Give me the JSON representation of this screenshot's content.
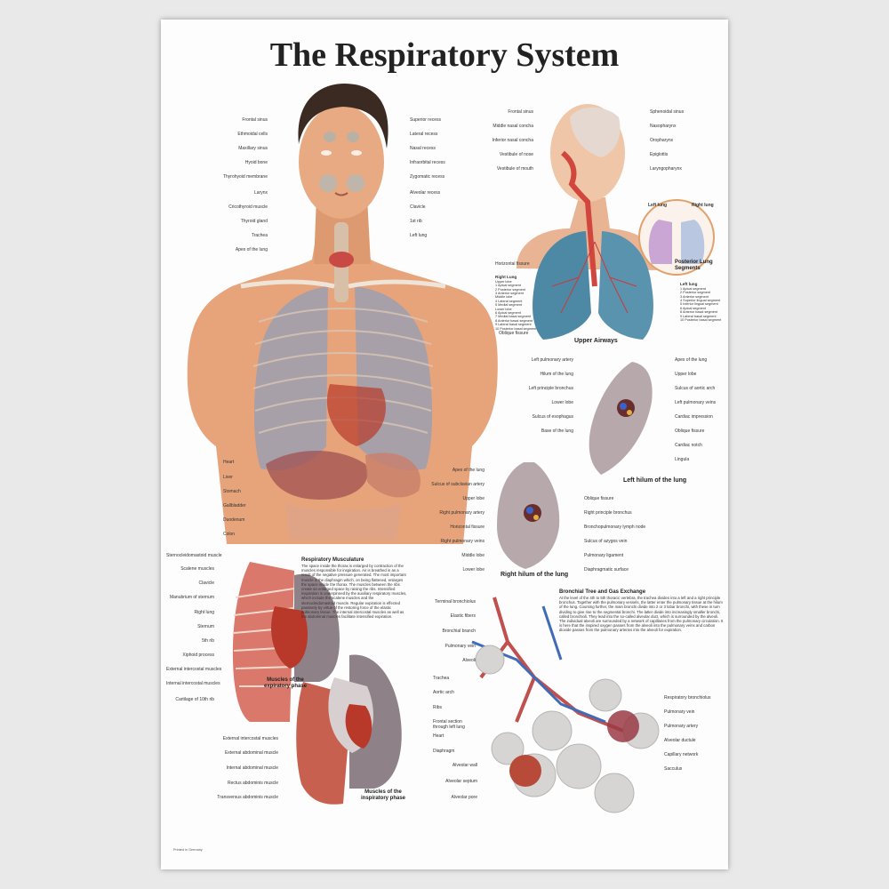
{
  "poster": {
    "title": "The Respiratory System",
    "printed_in": "Printed in Germany",
    "colors": {
      "skin": "#e8a67c",
      "lung": "#a89ca8",
      "heart": "#b8392a",
      "muscle": "#d9786b",
      "airway": "#c8a08a",
      "background": "#fdfdfd"
    }
  },
  "torso": {
    "labels_left": [
      "Frontal sinus",
      "Ethmoidal cells",
      "Maxillary sinus",
      "Hyoid bone",
      "Thyrohyoid membrane",
      "Larynx",
      "Cricothyroid muscle",
      "Thyroid gland",
      "Trachea",
      "Apex of the lung"
    ],
    "labels_right": [
      "Superior recess",
      "Lateral recess",
      "Nasal recess",
      "Infraorbital recess",
      "Zygomatic recess",
      "Alveolar recess",
      "Clavicle",
      "1st rib",
      "Left lung"
    ],
    "labels_lower": [
      "Heart",
      "Liver",
      "Stomach",
      "Gallbladder",
      "Duodenum",
      "Colon"
    ]
  },
  "airways": {
    "labels_left": [
      "Frontal sinus",
      "Middle nasal concha",
      "Inferior nasal concha",
      "Vestibule of nose",
      "Vestibule of mouth"
    ],
    "labels_right": [
      "Sphenoidal sinus",
      "Nasopharynx",
      "Oropharynx",
      "Epiglottis",
      "Laryngopharynx"
    ],
    "horizontal_fissure": "Horizontal fissure",
    "oblique_fissure": "Oblique fissure",
    "caption": "Upper Airways",
    "right_lung_title": "Right Lung",
    "right_lung_segments": "Upper lobe\n1 Apical segment\n2 Posterior segment\n3 Anterior segment\nMiddle lobe\n4 Lateral segment\n5 Medial segment\nLower lobe\n6 Apical segment\n7 Medial basal segment\n8 Anterior basal segment\n9 Lateral basal segment\n10 Posterior basal segment",
    "left_lung_title": "Left lung",
    "left_lung_segments": "1 Apical segment\n2 Posterior segment\n3 Anterior segment\n4 Superior lingual segment\n5 Inferior lingual segment\n6 Apical segment\n8 Anterior basal segment\n9 Lateral basal segment\n10 Posterior basal segment",
    "segments_inset": {
      "left_lung": "Left lung",
      "right_lung": "Right lung",
      "caption": "Posterior Lung Segments"
    }
  },
  "left_hilum": {
    "labels_left": [
      "Left pulmonary artery",
      "Hilum of the lung",
      "Left principle bronchus",
      "Lower lobe",
      "Sulcus of esophagus",
      "Base of the lung"
    ],
    "labels_right": [
      "Apex of the lung",
      "Upper lobe",
      "Sulcus of aortic arch",
      "Left pulmonary veins",
      "Cardiac impression",
      "Oblique fissure",
      "Cardiac notch",
      "Lingula"
    ],
    "caption": "Left hilum of the lung"
  },
  "right_hilum": {
    "labels_left": [
      "Apex of the lung",
      "Sulcus of subclavian artery",
      "Upper lobe",
      "Right pulmonary artery",
      "Horizontal fissure",
      "Right pulmonary veins",
      "Middle lobe",
      "Lower lobe"
    ],
    "labels_right": [
      "Oblique fissure",
      "Right principle bronchus",
      "Bronchopulmonary lymph node",
      "Sulcus of azygos vein",
      "Pulmonary ligament",
      "Diaphragmatic surface"
    ],
    "caption": "Right hilum of the lung"
  },
  "musculature": {
    "title": "Respiratory Musculature",
    "text": "The space inside the thorax is enlarged by contraction of the muscles responsible for inspiration. Air is breathed in as a result of the negative pressure generated. The most important muscle is the diaphragm which, on being flattened, enlarges the space inside the thorax. The muscles between the ribs create an enlarged space by raising the ribs. Intensified inspiration is underpinned by the auxiliary respiratory muscles, which include the scalene muscles and the sternocleidomastoid muscle. Regular expiration is effected passively by virtue of the restoring force of the elastic pulmonary tissue. The internal intercostal muscles as well as the abdominal muscles facilitate intensified expiration.",
    "exp_labels": [
      "Sternocleidomastoid muscle",
      "Scalene muscles",
      "Clavicle",
      "Manubrium of sternum",
      "Right lung",
      "Sternum",
      "5th rib",
      "Xiphoid process",
      "External intercostal muscles",
      "Internal intercostal muscles",
      "Cartilage of 10th rib"
    ],
    "exp_caption": "Muscles of the expiratory phase",
    "insp_labels_left": [
      "External intercostal muscles",
      "External abdominal muscle",
      "Internal abdominal muscle",
      "Rectus abdominis muscle",
      "Transversus abdominis muscle"
    ],
    "insp_labels_right": [
      "Trachea",
      "Aortic arch",
      "Ribs",
      "Frontal section through left lung",
      "Heart",
      "Diaphragm"
    ],
    "insp_caption": "Muscles of the inspiratory phase"
  },
  "bronchial": {
    "title": "Bronchial Tree and Gas Exchange",
    "text": "At the level of the 4th to 5th thoracic vertebra, the trachea divides into a left and a right principle bronchus. Together with the pulmonary vessels, the latter enter the pulmonary tissue at the hilum of the lung. Coursing further, the main bronchi divide into 2 or 3 lobar bronchi, with these in turn dividing to give rise to the segmental bronchi. The latter divide into increasingly smaller bronchi, called bronchioli. They lead into the so-called alveolar duct, which is surrounded by the alveoli. The individual alveoli are surrounded by a network of capillaries from the pulmonary circulation. It is here that the inspired oxygen passes from the alveoli into the pulmonary veins and carbon dioxide passes from the pulmonary arteries into the alveoli for expiration.",
    "labels_left": [
      "Terminal bronchiolus",
      "Elastic fibers",
      "Bronchial branch",
      "Pulmonary vein",
      "Alveoli"
    ],
    "labels_right": [
      "Respiratory bronchiolus",
      "Pulmonary vein",
      "Pulmonary artery",
      "Alveolar ductule",
      "Capillary network",
      "Sacculus"
    ],
    "labels_bottom": [
      "Alveolar wall",
      "Alveolar septum",
      "Alveolar pore"
    ]
  }
}
